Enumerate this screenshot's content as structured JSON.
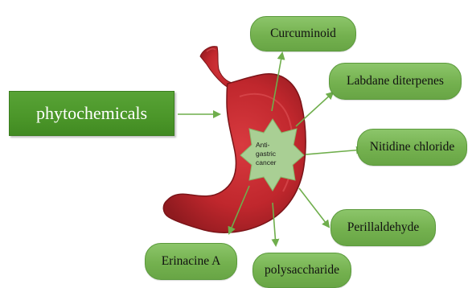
{
  "source": {
    "label": "phytochemicals"
  },
  "center": {
    "line1": "Anti-",
    "line2": "gastric",
    "line3": "cancer"
  },
  "compounds": [
    {
      "label": "Curcuminoid"
    },
    {
      "label": "Labdane diterpenes"
    },
    {
      "label": "Nitidine chloride"
    },
    {
      "label": "Perillaldehyde"
    },
    {
      "label": "polysaccharide"
    },
    {
      "label": "Erinacine A"
    }
  ],
  "colors": {
    "stomach": "#c0272d",
    "stomach_dark": "#8f1a1f",
    "star": "#a9cf94",
    "arrow": "#6fae4c",
    "pill": "#78b553",
    "source_box": "#4b9629"
  }
}
